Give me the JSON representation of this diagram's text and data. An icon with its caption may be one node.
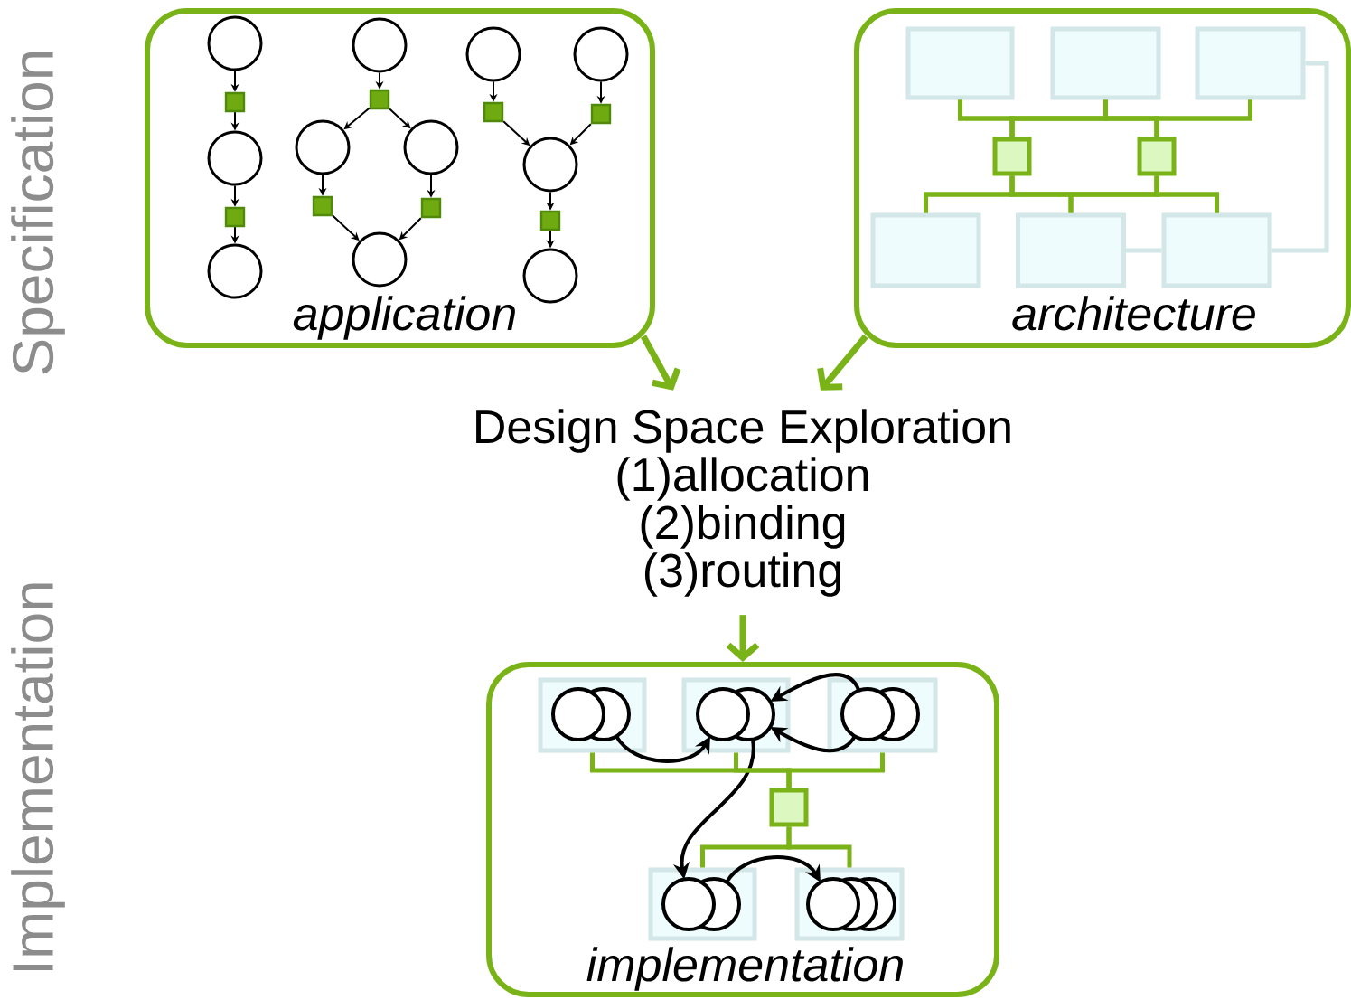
{
  "diagram": {
    "nodes": [
      {
        "text": [
          "application"
        ]
      },
      {
        "text": [],
        "shape": "circle",
        "in": 0
      },
      {
        "text": [],
        "shape": "box",
        "in": 0
      },
      {
        "text": [],
        "shape": "circle",
        "in": 0
      },
      {
        "text": [],
        "shape": "box",
        "in": 0
      },
      {
        "text": [],
        "shape": "circle",
        "in": 0
      },
      {
        "text": [],
        "shape": "circle",
        "in": 0
      },
      {
        "text": [],
        "shape": "box",
        "in": 0
      },
      {
        "text": [],
        "shape": "circle",
        "in": 0
      },
      {
        "text": [],
        "shape": "circle",
        "in": 0
      },
      {
        "text": [],
        "shape": "box",
        "in": 0
      },
      {
        "text": [],
        "shape": "box",
        "in": 0
      },
      {
        "text": [],
        "shape": "circle",
        "in": 0
      },
      {
        "text": [],
        "shape": "circle",
        "in": 0
      },
      {
        "text": [],
        "shape": "circle",
        "in": 0
      },
      {
        "text": [],
        "shape": "box",
        "in": 0
      },
      {
        "text": [],
        "shape": "box",
        "in": 0
      },
      {
        "text": [],
        "shape": "circle",
        "in": 0
      },
      {
        "text": [],
        "shape": "box",
        "in": 0
      },
      {
        "text": [],
        "shape": "circle",
        "in": 0
      },
      {
        "text": [
          "architecture"
        ]
      },
      {
        "text": [],
        "shape": "box",
        "in": 20
      },
      {
        "text": [],
        "shape": "box",
        "in": 20
      },
      {
        "text": [],
        "shape": "box",
        "in": 20
      },
      {
        "text": [],
        "shape": "box",
        "in": 20
      },
      {
        "text": [],
        "shape": "box",
        "in": 20
      },
      {
        "text": [],
        "shape": "box",
        "in": 20
      },
      {
        "text": [],
        "shape": "box",
        "in": 20
      },
      {
        "text": [],
        "shape": "box",
        "in": 20
      },
      {
        "text": [
          "Design Space Exploration",
          "(1)allocation",
          "(2)binding",
          "(3)routing"
        ]
      },
      {
        "text": [
          "implementation"
        ]
      },
      {
        "text": [],
        "shape": "box",
        "in": 30
      },
      {
        "text": [],
        "shape": "circle",
        "in": 31
      },
      {
        "text": [],
        "shape": "box",
        "in": 30
      },
      {
        "text": [],
        "shape": "circle",
        "in": 33
      },
      {
        "text": [],
        "shape": "box",
        "in": 30
      },
      {
        "text": [],
        "shape": "circle",
        "in": 35
      },
      {
        "text": [],
        "shape": "box",
        "in": 30
      },
      {
        "text": [],
        "shape": "box",
        "in": 30
      },
      {
        "text": [],
        "shape": "circle",
        "in": 38
      },
      {
        "text": [],
        "shape": "box",
        "in": 30
      },
      {
        "text": [],
        "shape": "circle",
        "in": 40
      }
    ],
    "edges": [
      {
        "from": 1,
        "to": 2,
        "arrow": "to"
      },
      {
        "from": 2,
        "to": 3,
        "arrow": "to"
      },
      {
        "from": 3,
        "to": 4,
        "arrow": "to"
      },
      {
        "from": 4,
        "to": 5,
        "arrow": "to"
      },
      {
        "from": 6,
        "to": 7,
        "arrow": "to"
      },
      {
        "from": 7,
        "to": 8,
        "arrow": "to"
      },
      {
        "from": 7,
        "to": 9,
        "arrow": "to"
      },
      {
        "from": 8,
        "to": 10,
        "arrow": "to"
      },
      {
        "from": 9,
        "to": 11,
        "arrow": "to"
      },
      {
        "from": 10,
        "to": 12,
        "arrow": "to"
      },
      {
        "from": 11,
        "to": 12,
        "arrow": "to"
      },
      {
        "from": 13,
        "to": 15,
        "arrow": "to"
      },
      {
        "from": 14,
        "to": 16,
        "arrow": "to"
      },
      {
        "from": 15,
        "to": 17,
        "arrow": "to"
      },
      {
        "from": 16,
        "to": 17,
        "arrow": "to"
      },
      {
        "from": 17,
        "to": 18,
        "arrow": "to"
      },
      {
        "from": 18,
        "to": 19,
        "arrow": "to"
      },
      {
        "from": 21,
        "to": 24,
        "arrow": "none",
        "color": "#7ab317"
      },
      {
        "from": 21,
        "to": 25,
        "arrow": "none",
        "color": "#7ab317"
      },
      {
        "from": 22,
        "to": 24,
        "arrow": "none",
        "color": "#7ab317"
      },
      {
        "from": 22,
        "to": 25,
        "arrow": "none",
        "color": "#7ab317"
      },
      {
        "from": 23,
        "to": 24,
        "arrow": "none",
        "color": "#7ab317"
      },
      {
        "from": 23,
        "to": 25,
        "arrow": "none",
        "color": "#7ab317"
      },
      {
        "from": 24,
        "to": 26,
        "arrow": "none",
        "color": "#7ab317"
      },
      {
        "from": 24,
        "to": 27,
        "arrow": "none",
        "color": "#7ab317"
      },
      {
        "from": 24,
        "to": 28,
        "arrow": "none",
        "color": "#7ab317"
      },
      {
        "from": 25,
        "to": 26,
        "arrow": "none",
        "color": "#7ab317"
      },
      {
        "from": 25,
        "to": 27,
        "arrow": "none",
        "color": "#7ab317"
      },
      {
        "from": 25,
        "to": 28,
        "arrow": "none",
        "color": "#7ab317"
      },
      {
        "from": 27,
        "to": 28,
        "arrow": "none",
        "color": "#d3e6e8"
      },
      {
        "from": 23,
        "to": 28,
        "arrow": "none",
        "color": "#d3e6e8"
      },
      {
        "from": 0,
        "to": 29,
        "arrow": "to",
        "color": "#7ab317"
      },
      {
        "from": 20,
        "to": 29,
        "arrow": "to",
        "color": "#7ab317"
      },
      {
        "from": 29,
        "to": 30,
        "arrow": "to",
        "color": "#7ab317"
      },
      {
        "from": 32,
        "to": 34,
        "arrow": "to"
      },
      {
        "from": 36,
        "to": 34,
        "arrow": "to"
      },
      {
        "from": 36,
        "to": 34,
        "arrow": "to"
      },
      {
        "from": 34,
        "to": 39,
        "arrow": "to"
      },
      {
        "from": 39,
        "to": 41,
        "arrow": "to"
      },
      {
        "from": 31,
        "to": 37,
        "arrow": "none",
        "color": "#7ab317"
      },
      {
        "from": 33,
        "to": 37,
        "arrow": "none",
        "color": "#7ab317"
      },
      {
        "from": 35,
        "to": 37,
        "arrow": "none",
        "color": "#7ab317"
      },
      {
        "from": 37,
        "to": 38,
        "arrow": "none",
        "color": "#7ab317"
      },
      {
        "from": 37,
        "to": 40,
        "arrow": "none",
        "color": "#7ab317"
      }
    ],
    "labels": [
      "Specification",
      "Implementation"
    ]
  }
}
